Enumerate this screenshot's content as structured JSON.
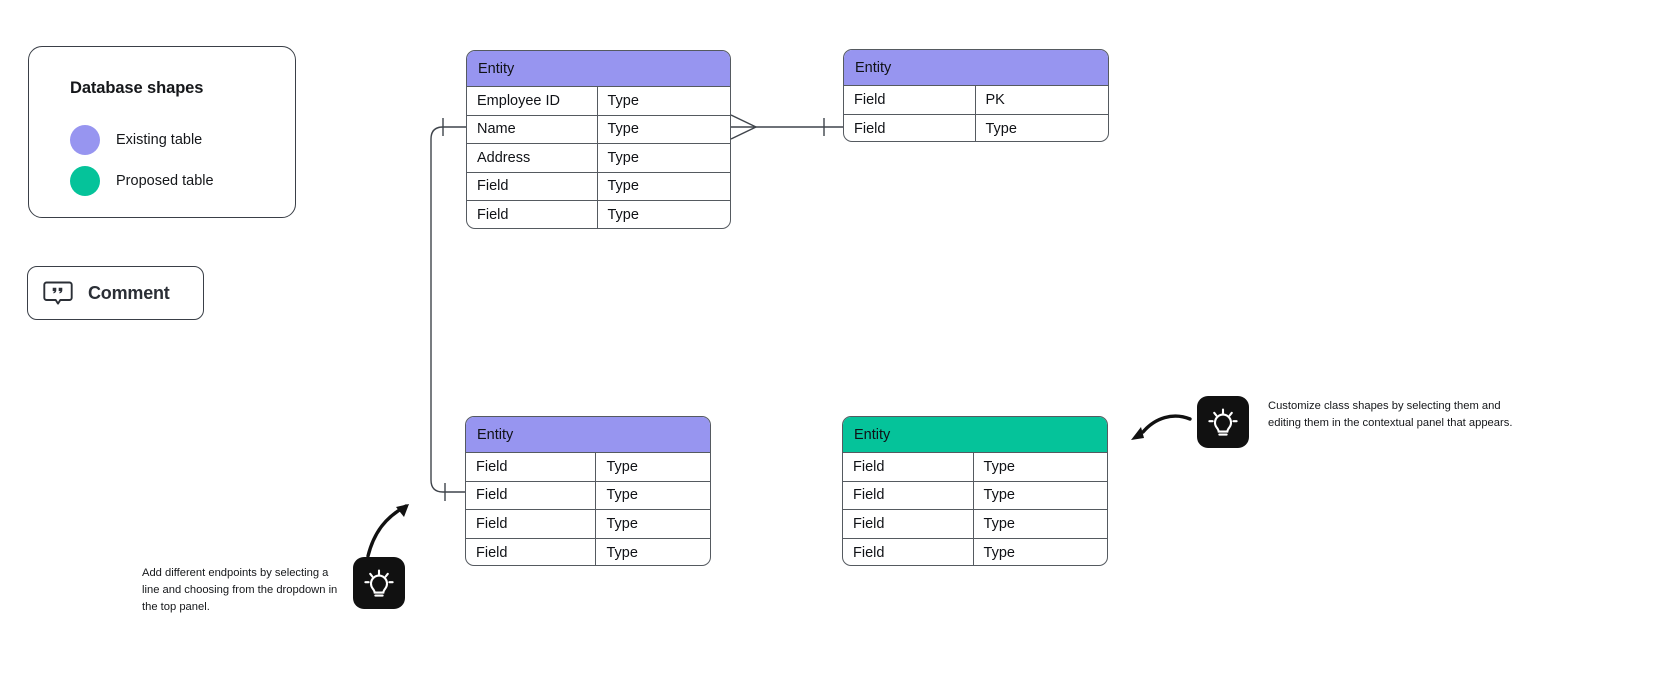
{
  "legend": {
    "title": "Database shapes",
    "items": [
      {
        "label": "Existing table",
        "color": "#9795f0"
      },
      {
        "label": "Proposed table",
        "color": "#05c39a"
      }
    ]
  },
  "comment_button": {
    "label": "Comment",
    "icon": "comment-quote-icon"
  },
  "entities": [
    {
      "id": "entity-employee",
      "title": "Entity",
      "header_color": "#9795f0",
      "rows": [
        {
          "name": "Employee ID",
          "type": "Type"
        },
        {
          "name": "Name",
          "type": "Type"
        },
        {
          "name": "Address",
          "type": "Type"
        },
        {
          "name": "Field",
          "type": "Type"
        },
        {
          "name": "Field",
          "type": "Type"
        }
      ]
    },
    {
      "id": "entity-top-right",
      "title": "Entity",
      "header_color": "#9795f0",
      "rows": [
        {
          "name": "Field",
          "type": "PK"
        },
        {
          "name": "Field",
          "type": "Type"
        }
      ]
    },
    {
      "id": "entity-bottom-left",
      "title": "Entity",
      "header_color": "#9795f0",
      "rows": [
        {
          "name": "Field",
          "type": "Type"
        },
        {
          "name": "Field",
          "type": "Type"
        },
        {
          "name": "Field",
          "type": "Type"
        },
        {
          "name": "Field",
          "type": "Type"
        }
      ]
    },
    {
      "id": "entity-bottom-right",
      "title": "Entity",
      "header_color": "#05c39a",
      "rows": [
        {
          "name": "Field",
          "type": "Type"
        },
        {
          "name": "Field",
          "type": "Type"
        },
        {
          "name": "Field",
          "type": "Type"
        },
        {
          "name": "Field",
          "type": "Type"
        }
      ]
    }
  ],
  "hints": [
    {
      "id": "hint-endpoints",
      "icon": "lightbulb-icon",
      "text": "Add different endpoints by selecting a line and choosing from the dropdown in the top panel."
    },
    {
      "id": "hint-customize",
      "icon": "lightbulb-icon",
      "text": "Customize class shapes by selecting them and editing them in the contextual panel that appears."
    }
  ],
  "connectors": {
    "stroke_color": "#3f444b",
    "relationship_notation": "crows-foot"
  }
}
